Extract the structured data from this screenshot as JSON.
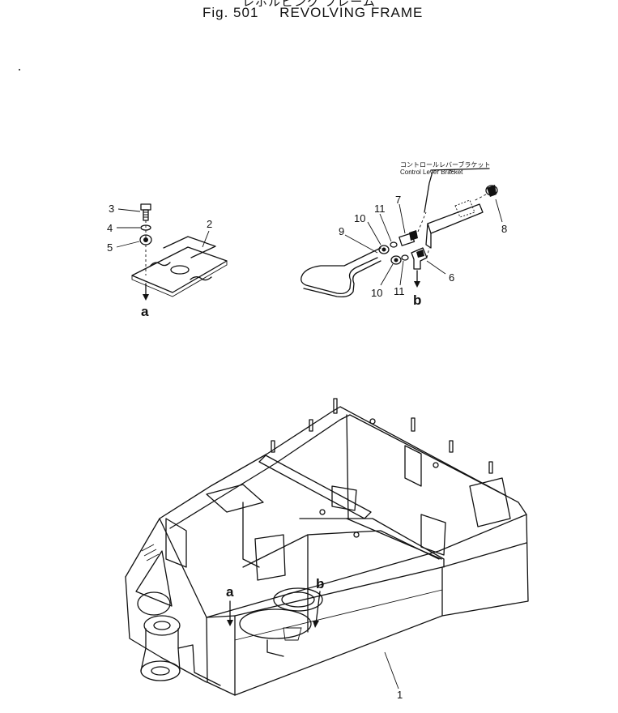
{
  "title": {
    "japanese": "レボルビング フレーム",
    "fig_label": "Fig. 501",
    "name": "REVOLVING FRAME"
  },
  "bracket_label": {
    "japanese": "コントロールレバーブラケット",
    "english": "Control Lever Bracket"
  },
  "callouts": [
    "1",
    "2",
    "3",
    "4",
    "5",
    "6",
    "7",
    "8",
    "9",
    "10",
    "11",
    "10",
    "11"
  ],
  "reference_marks": [
    "a",
    "b",
    "a",
    "b"
  ],
  "parts": [
    {
      "id": "plate-2",
      "callout": "2",
      "kind": "plate"
    },
    {
      "id": "bolt-3",
      "callout": "3",
      "kind": "bolt"
    },
    {
      "id": "washer-4",
      "callout": "4",
      "kind": "washer"
    },
    {
      "id": "nut-5",
      "callout": "5",
      "kind": "nut"
    },
    {
      "id": "elbow-6",
      "callout": "6",
      "kind": "elbow"
    },
    {
      "id": "connector-7",
      "callout": "7",
      "kind": "connector"
    },
    {
      "id": "plug-8",
      "callout": "8",
      "kind": "plug"
    },
    {
      "id": "tube-9",
      "callout": "9",
      "kind": "tube"
    },
    {
      "id": "nut-10",
      "callout": "10",
      "kind": "nut"
    },
    {
      "id": "sleeve-11",
      "callout": "11",
      "kind": "sleeve"
    },
    {
      "id": "frame-1",
      "callout": "1",
      "kind": "revolving frame"
    }
  ]
}
